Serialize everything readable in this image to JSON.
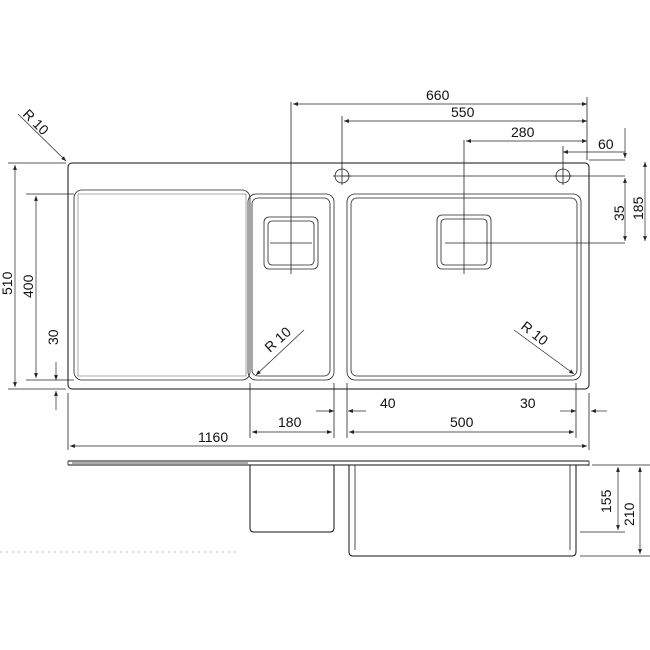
{
  "dimensions": {
    "overall_from_drain_660": "660",
    "drain_to_drain_550": "550",
    "drain_to_tap_280": "280",
    "tap_inset_60": "60",
    "corner_radius_top": "R 10",
    "total_depth_510": "510",
    "drainer_depth_400": "400",
    "drainer_edge_30": "30",
    "tap_from_edge_35": "35",
    "drain_from_edge_185": "185",
    "small_bowl_radius": "R 10",
    "large_bowl_radius": "R 10",
    "small_bowl_width_180": "180",
    "bowl_gap_40": "40",
    "large_bowl_width_500": "500",
    "right_edge_30": "30",
    "total_width_1160": "1160",
    "small_bowl_height_155": "155",
    "large_bowl_height_210": "210"
  }
}
